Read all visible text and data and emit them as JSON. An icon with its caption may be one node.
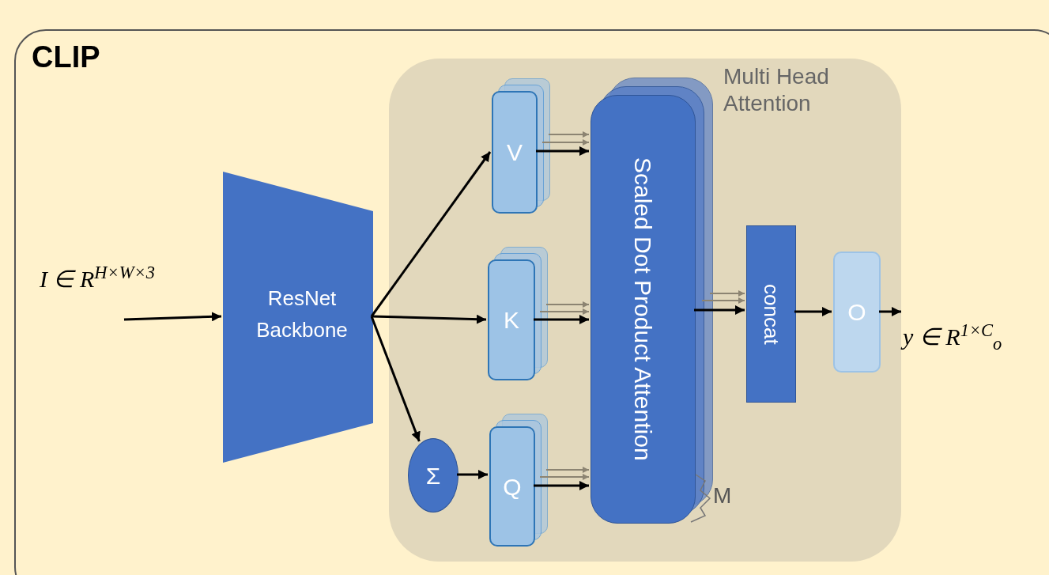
{
  "diagram": {
    "nodes": [
      {
        "text": [
          "CLIP"
        ]
      },
      {
        "text": [
          "Multi Head Attention"
        ],
        "in": 0
      },
      {
        "text": [
          "ResNet Backbone"
        ],
        "in": 0
      },
      {
        "text": [
          "Σ"
        ],
        "in": 1
      },
      {
        "text": [
          "V"
        ],
        "in": 1
      },
      {
        "text": [
          "K"
        ],
        "in": 1
      },
      {
        "text": [
          "Q"
        ],
        "in": 1
      },
      {
        "text": [
          "Scaled Dot Product Attention"
        ],
        "in": 1,
        "beside": [
          "M"
        ]
      },
      {
        "text": [
          "concat"
        ],
        "in": 1
      },
      {
        "text": [
          "O"
        ],
        "in": 1
      },
      {
        "text": [
          "y ∈ R$^{1×C}$$_{o}$"
        ],
        "in": 0
      }
    ],
    "edges": [
      {
        "from": null,
        "to": 2,
        "arrow": "to"
      },
      {
        "from": 2,
        "to": 4,
        "arrow": "to"
      },
      {
        "from": 2,
        "to": 5,
        "arrow": "to"
      },
      {
        "from": 2,
        "to": 3,
        "arrow": "to"
      },
      {
        "from": 3,
        "to": 6,
        "arrow": "to"
      },
      {
        "from": 4,
        "to": 7,
        "arrow": "to",
        "color": "#8c8472"
      },
      {
        "from": 4,
        "to": 7,
        "arrow": "to",
        "color": "#8c8472"
      },
      {
        "from": 4,
        "to": 7,
        "arrow": "to"
      },
      {
        "from": 5,
        "to": 7,
        "arrow": "to",
        "color": "#8c8472"
      },
      {
        "from": 5,
        "to": 7,
        "arrow": "to",
        "color": "#8c8472"
      },
      {
        "from": 5,
        "to": 7,
        "arrow": "to"
      },
      {
        "from": 6,
        "to": 7,
        "arrow": "to",
        "color": "#8c8472"
      },
      {
        "from": 6,
        "to": 7,
        "arrow": "to",
        "color": "#8c8472"
      },
      {
        "from": 6,
        "to": 7,
        "arrow": "to"
      },
      {
        "from": 7,
        "to": 8,
        "arrow": "to",
        "color": "#8c8472"
      },
      {
        "from": 7,
        "to": 8,
        "arrow": "to",
        "color": "#8c8472"
      },
      {
        "from": 7,
        "to": 8,
        "arrow": "to"
      },
      {
        "from": 8,
        "to": 9,
        "arrow": "to"
      },
      {
        "from": 9,
        "to": 10,
        "arrow": "to"
      }
    ],
    "labels": [
      "I ∈ R$^{H×W×3}$"
    ]
  }
}
